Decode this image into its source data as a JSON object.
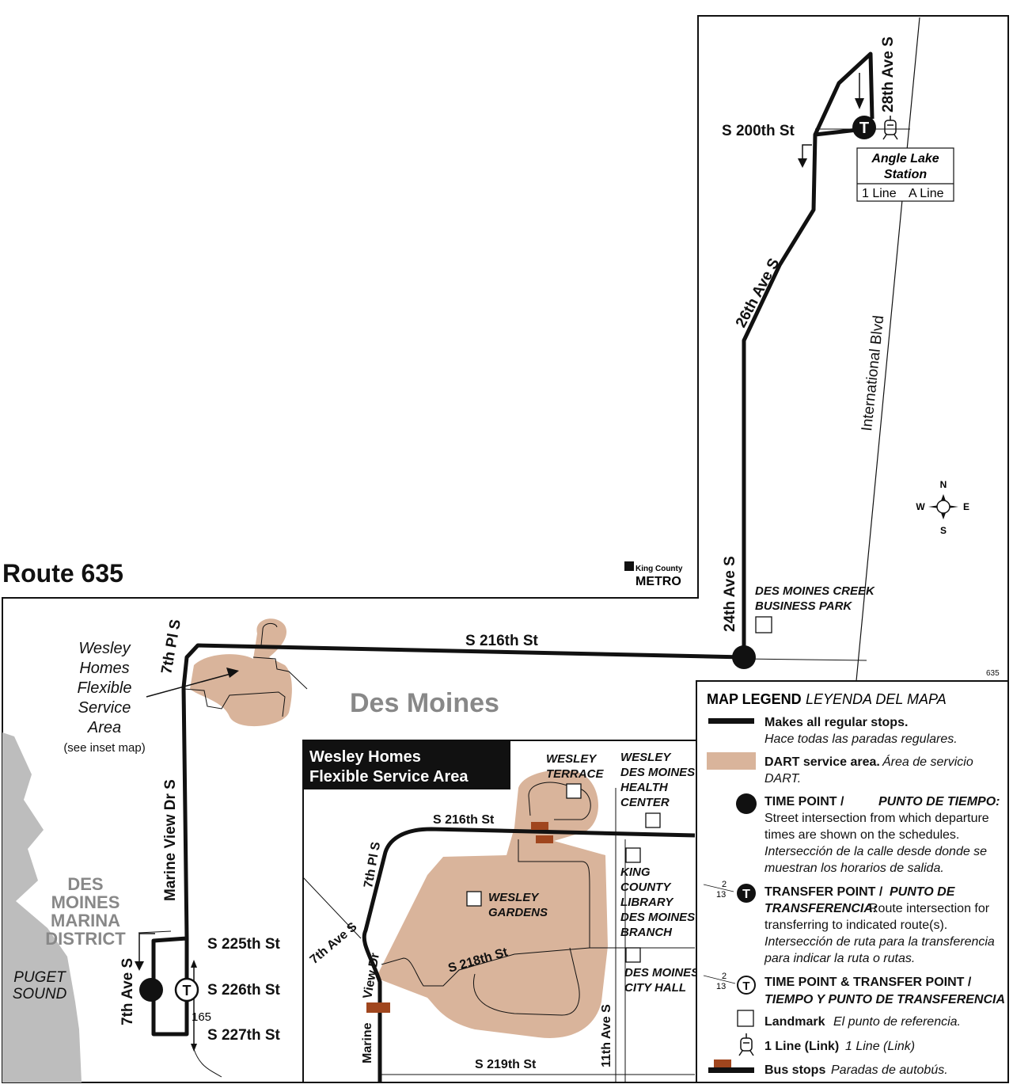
{
  "title": "Route 635",
  "area_label": "Des Moines",
  "logo": {
    "line1": "King County",
    "line2": "METRO"
  },
  "map_code": "635",
  "compass": {
    "n": "N",
    "s": "S",
    "e": "E",
    "w": "W"
  },
  "streets": {
    "s200": "S 200th St",
    "ave28": "28th Ave S",
    "ave26": "26th Ave S",
    "ave24": "24th Ave S",
    "intl": "International Blvd",
    "s216": "S 216th St",
    "pl7": "7th Pl S",
    "mvd": "Marine View Dr S",
    "ave7": "7th Ave S",
    "s225": "S 225th St",
    "s226": "S 226th St",
    "s227": "S 227th St"
  },
  "route_165": "165",
  "station": {
    "name_line1": "Angle Lake",
    "name_line2": "Station",
    "line1": "1 Line",
    "line2": "A Line"
  },
  "landmarks": {
    "business_park_1": "DES MOINES CREEK",
    "business_park_2": "BUSINESS PARK",
    "marina_1": "DES",
    "marina_2": "MOINES",
    "marina_3": "MARINA",
    "marina_4": "DISTRICT",
    "puget_1": "PUGET",
    "puget_2": "SOUND"
  },
  "callout": {
    "line1": "Wesley",
    "line2": "Homes",
    "line3": "Flexible",
    "line4": "Service",
    "line5": "Area",
    "see": "(see inset map)"
  },
  "inset": {
    "title_line1": "Wesley Homes",
    "title_line2": "Flexible Service Area",
    "streets": {
      "s216": "S 216th St",
      "pl7": "7th Pl S",
      "ave7": "7th Ave S",
      "mvd_1": "Marine",
      "mvd_2": "View Dr",
      "s218": "S 218th St",
      "s219": "S 219th St",
      "ave11": "11th Ave S"
    },
    "landmarks": {
      "terrace_1": "WESLEY",
      "terrace_2": "TERRACE",
      "health_1": "WESLEY",
      "health_2": "DES MOINES",
      "health_3": "HEALTH",
      "health_4": "CENTER",
      "gardens_1": "WESLEY",
      "gardens_2": "GARDENS",
      "library_1": "KING",
      "library_2": "COUNTY",
      "library_3": "LIBRARY",
      "library_4": "DES MOINES",
      "library_5": "BRANCH",
      "cityhall_1": "DES MOINES",
      "cityhall_2": "CITY HALL"
    }
  },
  "legend": {
    "title": "MAP LEGEND",
    "title_es": "LEYENDA DEL MAPA",
    "route_label": "Makes all regular stops.",
    "route_es": "Hace todas las paradas regulares.",
    "dart_label": "DART service area.",
    "dart_es_a": "Área de servicio",
    "dart_es_b": "DART.",
    "tp_label": "TIME POINT /",
    "tp_label_es": "PUNTO DE TIEMPO:",
    "tp_desc_1": "Street intersection from which departure",
    "tp_desc_2": "times are shown on the schedules.",
    "tp_es_1": "Intersección de la calle desde donde se",
    "tp_es_2": "muestran los horarios de salida.",
    "xfer_label": "TRANSFER POINT /",
    "xfer_label_es_a": "PUNTO DE",
    "xfer_label_es_b": "TRANSFERENCIA:",
    "xfer_desc_a": "Route intersection for",
    "xfer_desc_b": "transferring to indicated route(s).",
    "xfer_es_1": "Intersección de ruta para la transferencia",
    "xfer_es_2": "para indicar la ruta o rutas.",
    "xfer_sample_top": "2",
    "xfer_sample_bottom": "13",
    "tpx_label_1": "TIME POINT & TRANSFER POINT /",
    "tpx_label_2": "TIEMPO Y PUNTO DE TRANSFERENCIA",
    "landmark_label": "Landmark",
    "landmark_es": "El punto de referencia.",
    "link_label": "1 Line (Link)",
    "link_es": "1 Line (Link)",
    "stops_label": "Bus stops",
    "stops_es": "Paradas de autobús.",
    "t_glyph": "T"
  },
  "colors": {
    "route": "#111111",
    "dart_area": "#d9b49b",
    "bus_stop": "#a0461e",
    "water": "#bdbdbd",
    "label_gray": "#888888"
  }
}
